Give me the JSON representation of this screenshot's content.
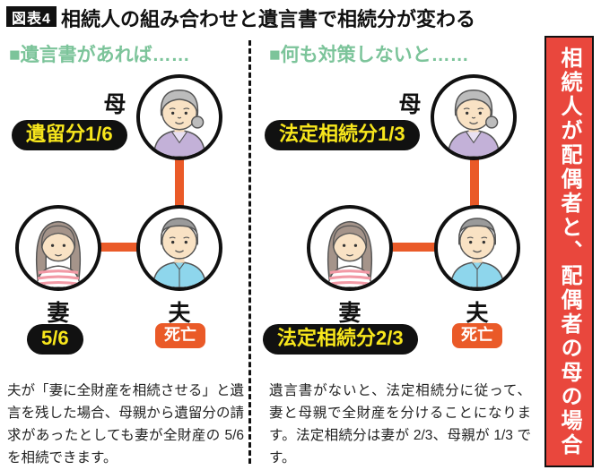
{
  "header": {
    "badge": "図表4",
    "title": "相続人の組み合わせと遺言書で相続分が変わる"
  },
  "panels": [
    {
      "heading": "■遺言書があれば……",
      "mother": {
        "label": "母",
        "badge": "遺留分1/6"
      },
      "wife": {
        "label": "妻",
        "badge": "5/6"
      },
      "husband": {
        "label": "夫",
        "badge": "死亡"
      },
      "description": "夫が「妻に全財産を相続させる」と遺言を残した場合、母親から遺留分の請求があったとしても妻が全財産の 5/6 を相続できます。"
    },
    {
      "heading": "■何も対策しないと……",
      "mother": {
        "label": "母",
        "badge": "法定相続分1/3"
      },
      "wife": {
        "label": "妻",
        "badge": "法定相続分2/3"
      },
      "husband": {
        "label": "夫",
        "badge": "死亡"
      },
      "description": "遺言書がないと、法定相続分に従って、妻と母親で全財産を分けることになります。法定相続分は妻が 2/3、母親が 1/3 です。"
    }
  ],
  "side_banner": {
    "text": "相続人が配偶者と、配偶者の母の場合"
  },
  "colors": {
    "heading_green": "#7cc49a",
    "connector_orange": "#ea5a28",
    "badge_black": "#111111",
    "badge_yellow": "#f8e71c",
    "death_badge_orange": "#ea5a28",
    "banner_red": "#e9473d"
  }
}
